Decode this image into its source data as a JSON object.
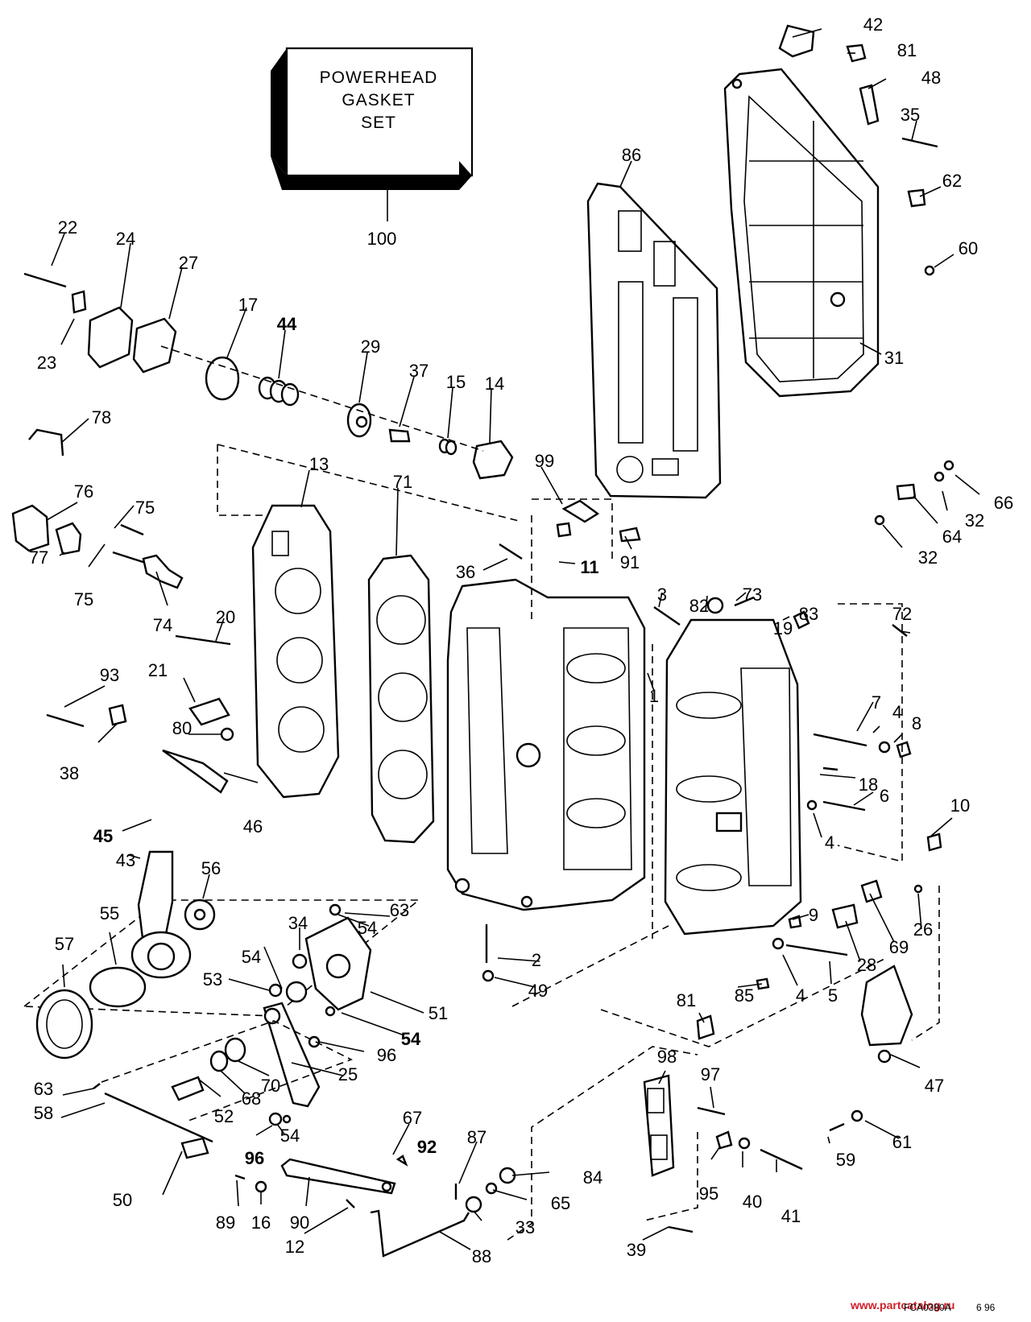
{
  "kit_box": {
    "line1": "POWERHEAD",
    "line2": "GASKET",
    "line3": "SET"
  },
  "callouts": [
    {
      "id": "c100",
      "text": "100"
    },
    {
      "id": "c42",
      "text": "42"
    },
    {
      "id": "c81a",
      "text": "81"
    },
    {
      "id": "c48",
      "text": "48"
    },
    {
      "id": "c35",
      "text": "35"
    },
    {
      "id": "c62",
      "text": "62"
    },
    {
      "id": "c60",
      "text": "60"
    },
    {
      "id": "c31",
      "text": "31"
    },
    {
      "id": "c86",
      "text": "86"
    },
    {
      "id": "c22",
      "text": "22"
    },
    {
      "id": "c24",
      "text": "24"
    },
    {
      "id": "c27",
      "text": "27"
    },
    {
      "id": "c23",
      "text": "23"
    },
    {
      "id": "c17",
      "text": "17"
    },
    {
      "id": "c44",
      "text": "44",
      "bold": true
    },
    {
      "id": "c29",
      "text": "29"
    },
    {
      "id": "c37",
      "text": "37"
    },
    {
      "id": "c15",
      "text": "15"
    },
    {
      "id": "c14",
      "text": "14"
    },
    {
      "id": "c78",
      "text": "78"
    },
    {
      "id": "c13",
      "text": "13"
    },
    {
      "id": "c71",
      "text": "71"
    },
    {
      "id": "c99",
      "text": "99"
    },
    {
      "id": "c76",
      "text": "76"
    },
    {
      "id": "c75a",
      "text": "75"
    },
    {
      "id": "c77",
      "text": "77"
    },
    {
      "id": "c75b",
      "text": "75"
    },
    {
      "id": "c74",
      "text": "74"
    },
    {
      "id": "c36",
      "text": "36"
    },
    {
      "id": "c11",
      "text": "11",
      "bold": true
    },
    {
      "id": "c91",
      "text": "91"
    },
    {
      "id": "c66",
      "text": "66"
    },
    {
      "id": "c32a",
      "text": "32"
    },
    {
      "id": "c64",
      "text": "64"
    },
    {
      "id": "c32b",
      "text": "32"
    },
    {
      "id": "c20",
      "text": "20"
    },
    {
      "id": "c3",
      "text": "3"
    },
    {
      "id": "c82",
      "text": "82"
    },
    {
      "id": "c73",
      "text": "73"
    },
    {
      "id": "c19",
      "text": "19"
    },
    {
      "id": "c83",
      "text": "83"
    },
    {
      "id": "c72",
      "text": "72"
    },
    {
      "id": "c93",
      "text": "93"
    },
    {
      "id": "c21",
      "text": "21"
    },
    {
      "id": "c1",
      "text": "1"
    },
    {
      "id": "c7",
      "text": "7"
    },
    {
      "id": "c4a",
      "text": "4"
    },
    {
      "id": "c8",
      "text": "8"
    },
    {
      "id": "c80",
      "text": "80"
    },
    {
      "id": "c38",
      "text": "38"
    },
    {
      "id": "c18",
      "text": "18"
    },
    {
      "id": "c6",
      "text": "6"
    },
    {
      "id": "c10",
      "text": "10"
    },
    {
      "id": "c46",
      "text": "46"
    },
    {
      "id": "c4b",
      "text": "4"
    },
    {
      "id": "c45",
      "text": "45",
      "bold": true
    },
    {
      "id": "c43",
      "text": "43"
    },
    {
      "id": "c56",
      "text": "56"
    },
    {
      "id": "c63a",
      "text": "63"
    },
    {
      "id": "c54a",
      "text": "54"
    },
    {
      "id": "c34",
      "text": "34"
    },
    {
      "id": "c55",
      "text": "55"
    },
    {
      "id": "c57",
      "text": "57"
    },
    {
      "id": "c9",
      "text": "9"
    },
    {
      "id": "c26",
      "text": "26"
    },
    {
      "id": "c69",
      "text": "69"
    },
    {
      "id": "c28",
      "text": "28"
    },
    {
      "id": "c54b",
      "text": "54"
    },
    {
      "id": "c53",
      "text": "53"
    },
    {
      "id": "c2",
      "text": "2"
    },
    {
      "id": "c49",
      "text": "49"
    },
    {
      "id": "c4c",
      "text": "4"
    },
    {
      "id": "c5",
      "text": "5"
    },
    {
      "id": "c85",
      "text": "85"
    },
    {
      "id": "c51",
      "text": "51"
    },
    {
      "id": "c81b",
      "text": "81"
    },
    {
      "id": "c54c",
      "text": "54",
      "bold": true
    },
    {
      "id": "c96a",
      "text": "96"
    },
    {
      "id": "c47",
      "text": "47"
    },
    {
      "id": "c25",
      "text": "25"
    },
    {
      "id": "c98",
      "text": "98"
    },
    {
      "id": "c97",
      "text": "97"
    },
    {
      "id": "c70",
      "text": "70"
    },
    {
      "id": "c63b",
      "text": "63"
    },
    {
      "id": "c68",
      "text": "68"
    },
    {
      "id": "c58",
      "text": "58"
    },
    {
      "id": "c52",
      "text": "52"
    },
    {
      "id": "c54d",
      "text": "54"
    },
    {
      "id": "c61",
      "text": "61"
    },
    {
      "id": "c67",
      "text": "67"
    },
    {
      "id": "c92",
      "text": "92",
      "bold": true
    },
    {
      "id": "c87",
      "text": "87"
    },
    {
      "id": "c96b",
      "text": "96",
      "bold": true
    },
    {
      "id": "c59",
      "text": "59"
    },
    {
      "id": "c84",
      "text": "84"
    },
    {
      "id": "c95",
      "text": "95"
    },
    {
      "id": "c40",
      "text": "40"
    },
    {
      "id": "c41",
      "text": "41"
    },
    {
      "id": "c50",
      "text": "50"
    },
    {
      "id": "c65",
      "text": "65"
    },
    {
      "id": "c89",
      "text": "89"
    },
    {
      "id": "c16",
      "text": "16"
    },
    {
      "id": "c90",
      "text": "90"
    },
    {
      "id": "c33",
      "text": "33"
    },
    {
      "id": "c12",
      "text": "12"
    },
    {
      "id": "c88",
      "text": "88"
    },
    {
      "id": "c39",
      "text": "39"
    }
  ],
  "footer": {
    "drawing_code": "FCA0380A",
    "date": "6 96",
    "watermark": "www.partcatalog.ru"
  },
  "colors": {
    "line": "#000000",
    "background": "#ffffff",
    "watermark": "#d0202a"
  }
}
